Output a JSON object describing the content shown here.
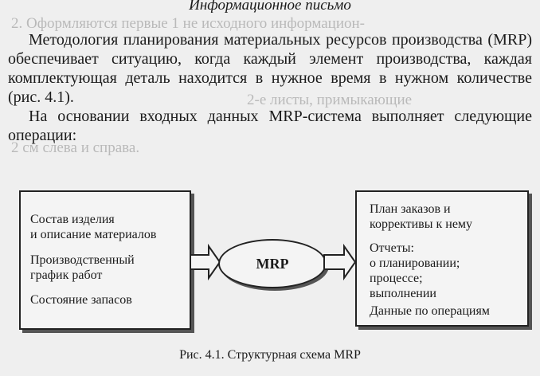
{
  "header": {
    "title": "Информационное письмо"
  },
  "bleed_through": [
    "2. Оформляются первые 1 не исходного информацион-",
    "2-е листы, примыкающие",
    "2 см слева и справа."
  ],
  "paragraphs": [
    "Методология планирования материальных ресурсов производства (MRP) обеспечивает ситуацию, когда каждый элемент производства, каждая комплектующая деталь находится в нужное время в нужном количестве (рис. 4.1).",
    "На основании входных данных MRP-система выполняет следующие операции:"
  ],
  "diagram": {
    "inputs": [
      "Состав изделия\nи описание материалов",
      "Производственный\nграфик работ",
      "Состояние запасов"
    ],
    "center": "MRP",
    "outputs": [
      "План заказов и\nкоррективы к нему",
      "Отчеты:\nо планировании;\nпроцессе;\nвыполнении",
      "Данные по операциям"
    ]
  },
  "caption": "Рис. 4.1. Структурная схема MRP"
}
